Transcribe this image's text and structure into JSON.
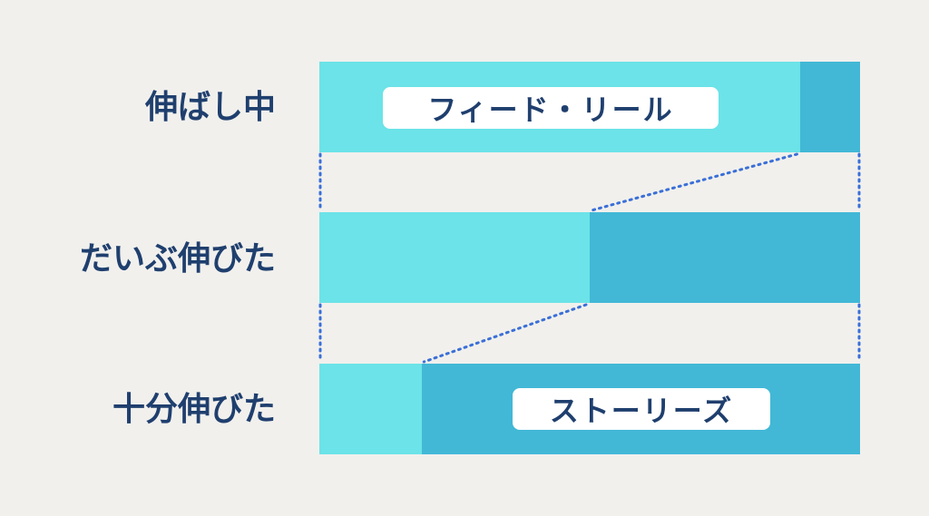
{
  "rows": [
    {
      "label": "伸ばし中",
      "split": 0.89
    },
    {
      "label": "だいぶ伸びた",
      "split": 0.5
    },
    {
      "label": "十分伸びた",
      "split": 0.19
    }
  ],
  "pills": {
    "top": "フィード・リール",
    "bottom": "ストーリーズ"
  },
  "colors": {
    "light": "#6be3e8",
    "dark": "#42b8d6",
    "connector": "#3a6fd8",
    "text": "#1f3f6e"
  }
}
